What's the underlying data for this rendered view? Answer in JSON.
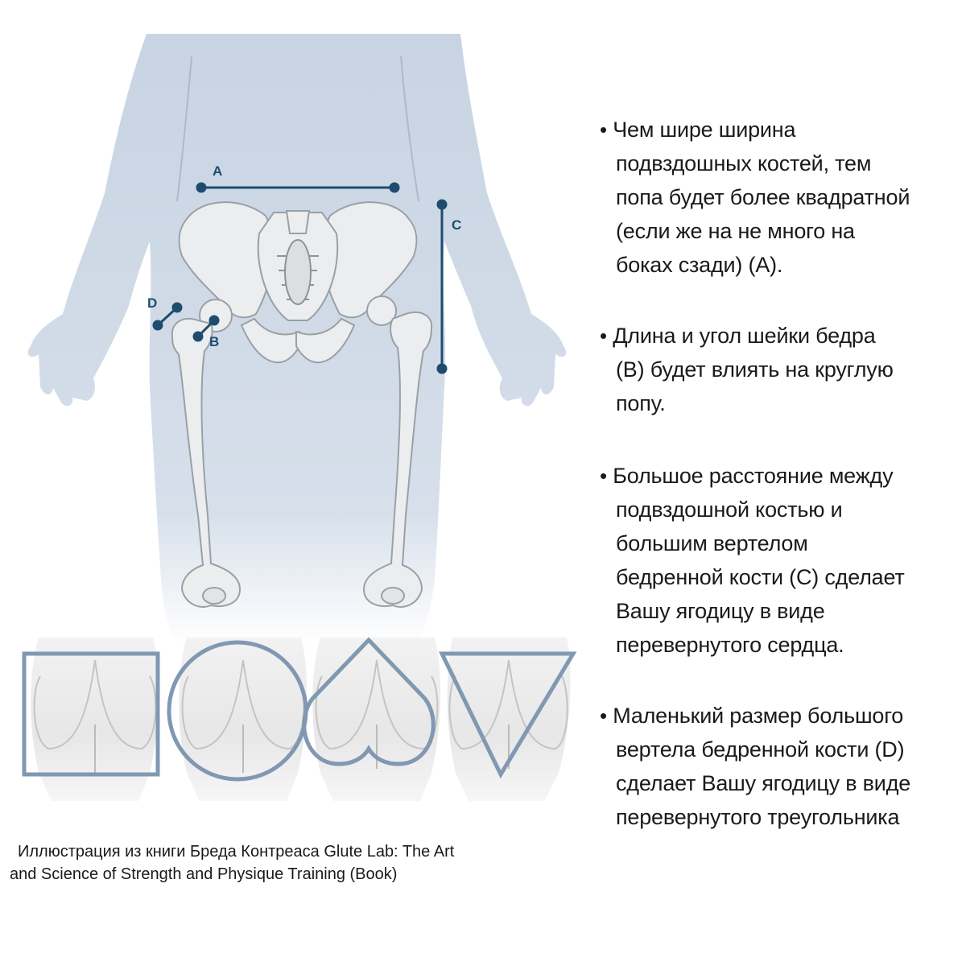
{
  "labels": {
    "a": "A",
    "b": "B",
    "c": "C",
    "d": "D"
  },
  "bullets": [
    {
      "lines": [
        "Чем шире ширина",
        "подвздошных костей, тем",
        "попа будет более квадратной",
        "(если же на не много на",
        "боках сзади) (А)."
      ]
    },
    {
      "lines": [
        "Длина и угол шейки бедра",
        "(В) будет влиять на круглую",
        "попу."
      ]
    },
    {
      "lines": [
        "Большое расстояние между",
        "подвздошной костью и",
        "большим вертелом",
        "бедренной кости (С) сделает",
        "Вашу ягодицу в виде",
        "перевернутого сердца."
      ]
    },
    {
      "lines": [
        "Маленький размер большого",
        "вертела бедренной кости (D)",
        "сделает Вашу ягодицу в виде",
        "перевернутого треугольника"
      ]
    }
  ],
  "bullet_symbol": "•",
  "caption": {
    "line1": "Иллюстрация из книги Бреда Контреаса Glute Lab: The Art",
    "line2": "and Science of Strength and Physique Training (Book)"
  },
  "colors": {
    "body_fill": "#c8d4e3",
    "bone_fill": "#ecedee",
    "bone_stroke": "#9aa0a6",
    "marker": "#1f4c6e",
    "shape_outline": "#8098b2"
  }
}
